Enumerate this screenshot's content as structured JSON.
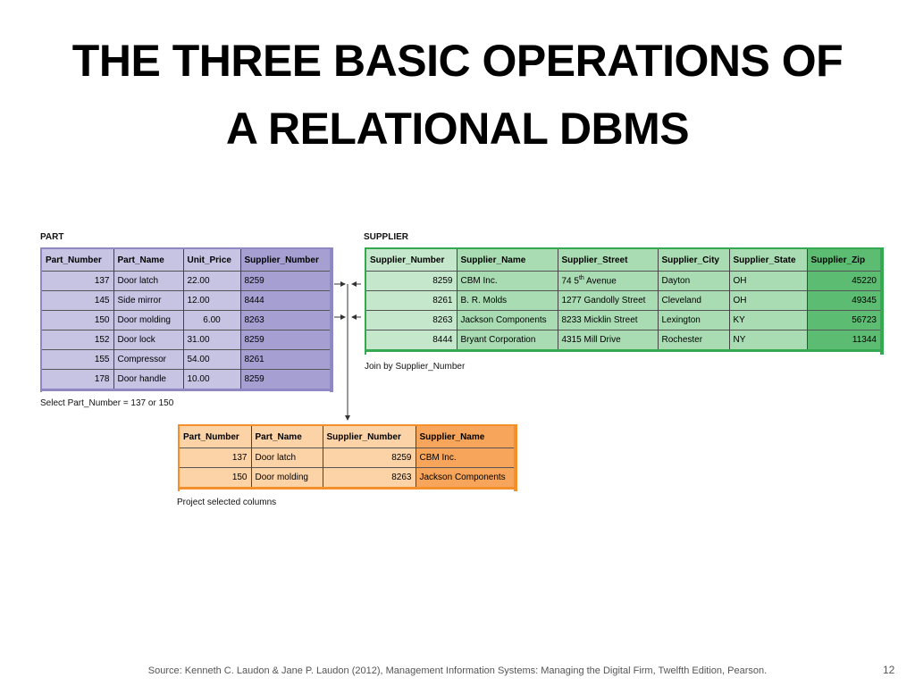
{
  "title": {
    "line1": "THE THREE BASIC OPERATIONS OF",
    "line2": "A RELATIONAL DBMS"
  },
  "part": {
    "label": "PART",
    "headers": [
      "Part_Number",
      "Part_Name",
      "Unit_Price",
      "Supplier_Number"
    ],
    "rows": [
      [
        "137",
        "Door latch",
        "22.00",
        "8259"
      ],
      [
        "145",
        "Side mirror",
        "12.00",
        "8444"
      ],
      [
        "150",
        "Door molding",
        "6.00",
        "8263"
      ],
      [
        "152",
        "Door lock",
        "31.00",
        "8259"
      ],
      [
        "155",
        "Compressor",
        "54.00",
        "8261"
      ],
      [
        "178",
        "Door handle",
        "10.00",
        "8259"
      ]
    ],
    "note": "Select Part_Number = 137 or 150"
  },
  "supplier": {
    "label": "SUPPLIER",
    "headers": [
      "Supplier_Number",
      "Supplier_Name",
      "Supplier_Street",
      "Supplier_City",
      "Supplier_State",
      "Supplier_Zip"
    ],
    "rows": [
      [
        "8259",
        "CBM Inc.",
        "74 5th Avenue",
        "Dayton",
        "OH",
        "45220"
      ],
      [
        "8261",
        "B. R. Molds",
        "1277 Gandolly Street",
        "Cleveland",
        "OH",
        "49345"
      ],
      [
        "8263",
        "Jackson Components",
        "8233 Micklin Street",
        "Lexington",
        "KY",
        "56723"
      ],
      [
        "8444",
        "Bryant Corporation",
        "4315 Mill Drive",
        "Rochester",
        "NY",
        "11344"
      ]
    ],
    "street_first_parts": [
      "74 5",
      "th",
      " Avenue"
    ],
    "note": "Join by Supplier_Number"
  },
  "result": {
    "headers": [
      "Part_Number",
      "Part_Name",
      "Supplier_Number",
      "Supplier_Name"
    ],
    "rows": [
      [
        "137",
        "Door latch",
        "8259",
        "CBM Inc."
      ],
      [
        "150",
        "Door molding",
        "8263",
        "Jackson Components"
      ]
    ],
    "note": "Project selected columns"
  },
  "footer": {
    "source": "Source: Kenneth C. Laudon & Jane P. Laudon (2012),  Management Information  Systems: Managing the Digital Firm, Twelfth Edition, Pearson.",
    "page": "12"
  }
}
